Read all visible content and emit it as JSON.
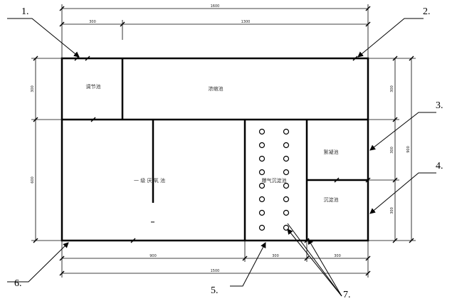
{
  "dimensions": {
    "top_overall": "1600",
    "top_left": "300",
    "top_right": "1300",
    "left_upper": "300",
    "left_lower": "600",
    "right_upper": "300",
    "right_mid": "300",
    "right_lower": "300",
    "right_overall": "900",
    "bottom_left": "900",
    "bottom_mid": "300",
    "bottom_right": "300",
    "bottom_overall": "1500"
  },
  "rooms": {
    "tiaojie": "调节池",
    "nongsuo": "浓缩池",
    "anaerobic": "一  级  厌  氧  池",
    "aeration": "曝气沉淀池",
    "xuhun": "絮凝池",
    "chendian": "沉淀池"
  },
  "callouts": {
    "c1": "1.",
    "c2": "2.",
    "c3": "3.",
    "c4": "4.",
    "c5": "5.",
    "c6": "6.",
    "c7": "7."
  },
  "colors": {
    "line": "#000000",
    "background": "#ffffff"
  }
}
